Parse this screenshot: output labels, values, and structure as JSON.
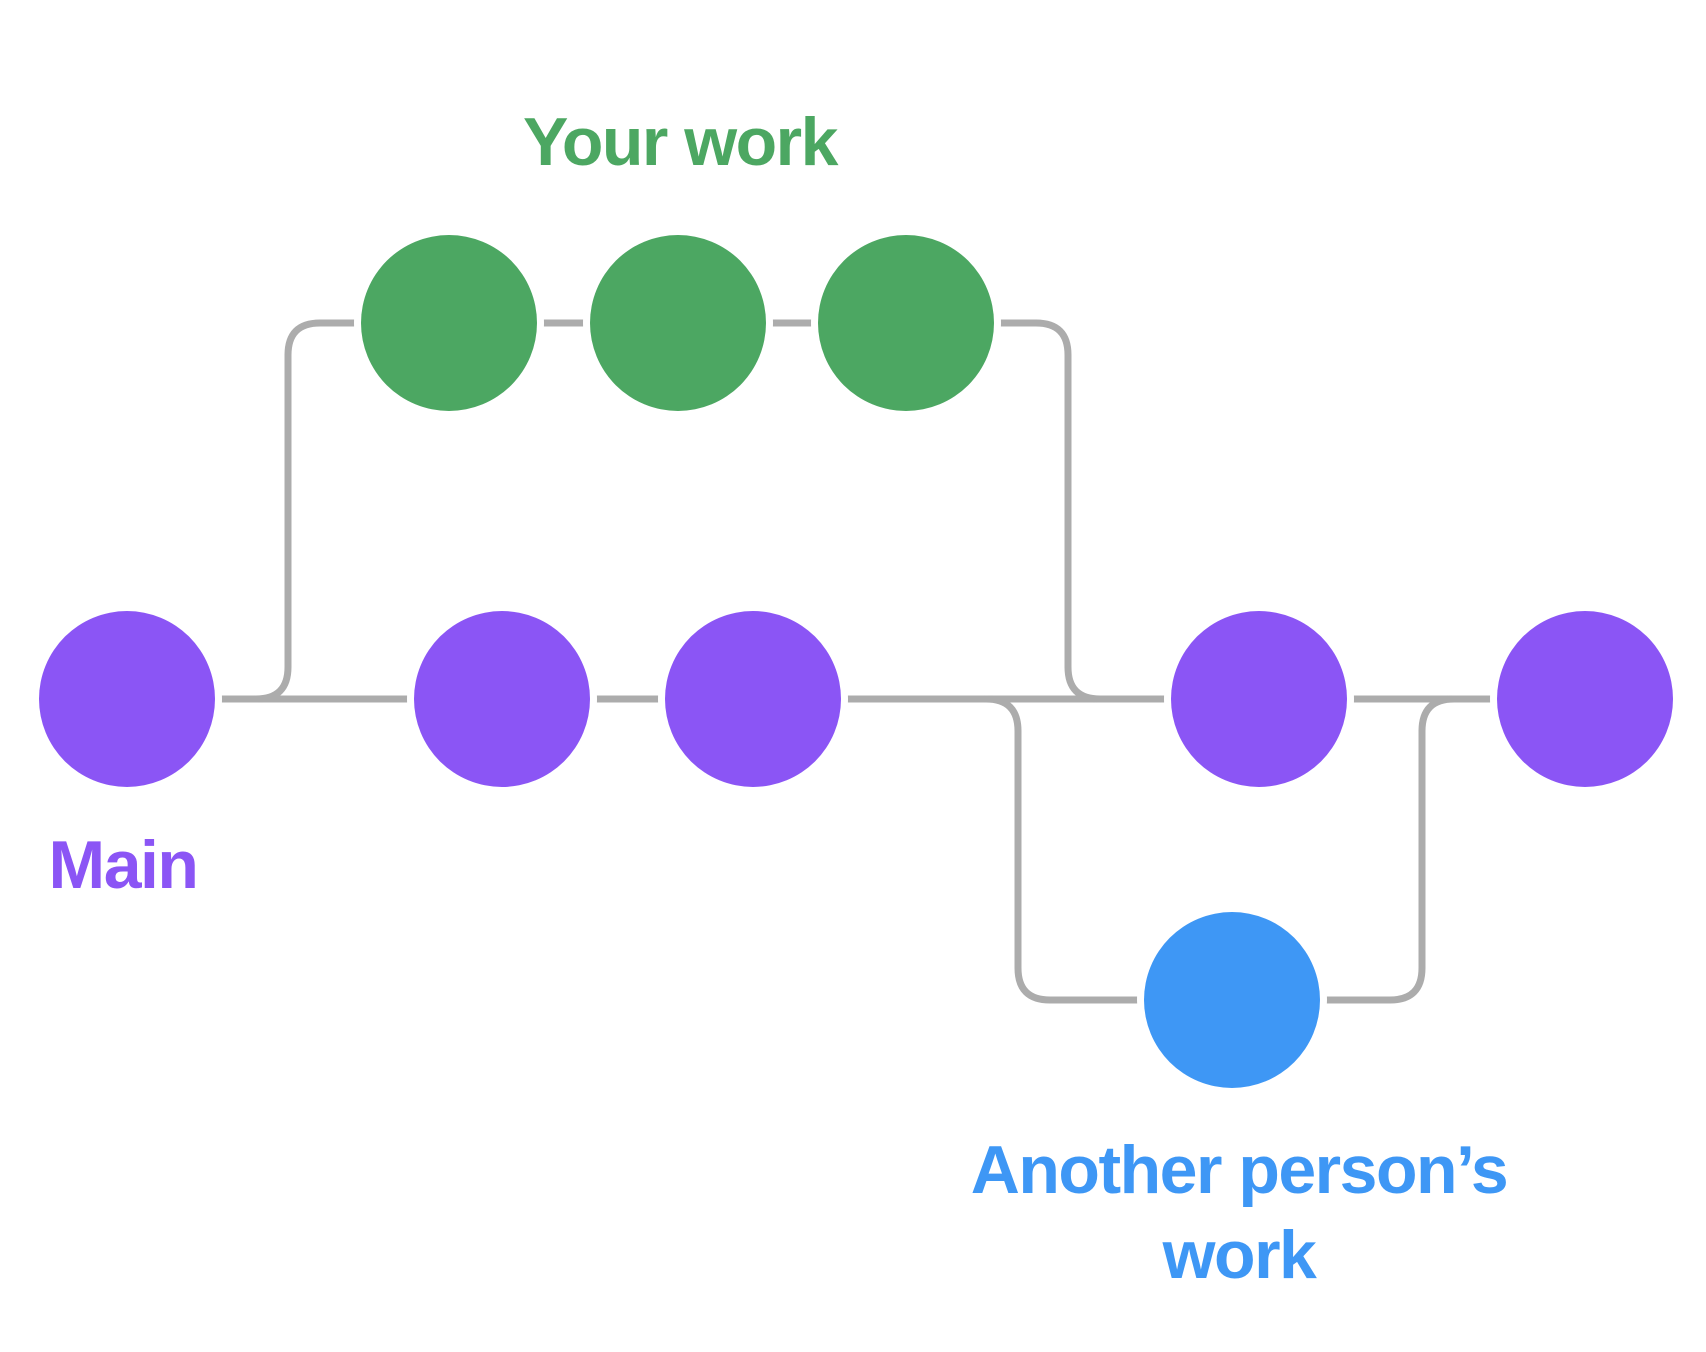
{
  "diagram": {
    "background": "#ffffff",
    "line_color": "#acacac",
    "branches": {
      "your_work": {
        "label": "Your work",
        "color": "#4ca762",
        "commit_count": 3
      },
      "main": {
        "label": "Main",
        "color": "#8b55f5",
        "commit_count": 5
      },
      "another_person": {
        "label_line1": "Another person’s",
        "label_line2": "work",
        "color": "#3e97f5",
        "commit_count": 1
      }
    }
  }
}
